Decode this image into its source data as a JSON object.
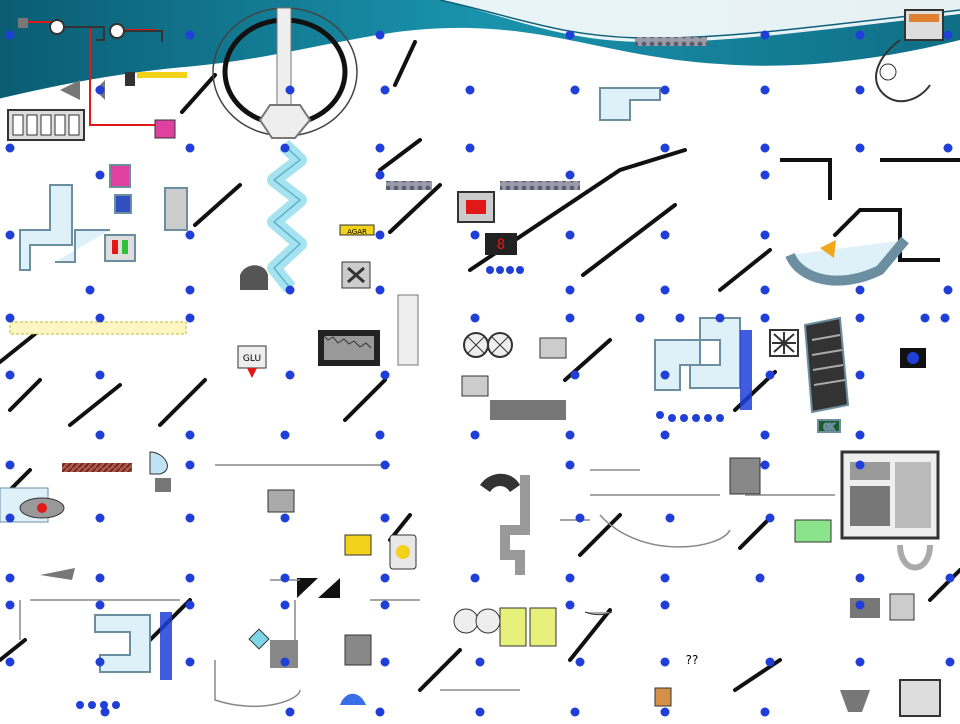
{
  "display_labels": {
    "counter_digit": "8",
    "agar_sign": "AGAR",
    "glu_sign": "GLU",
    "status_ok": "OK",
    "question_marks": "??"
  },
  "colors": {
    "banner_teal": "#1b8fa8",
    "banner_dark": "#0d5f78",
    "node_blue": "#1f3fd8",
    "pipe_light_blue": "#bfe3f2",
    "pipe_outline": "#6b8fa0",
    "wall_black": "#111111",
    "red_line": "#e01818",
    "yellow_accent": "#f2d21b",
    "status_green": "#2fbf3a"
  },
  "node_count_note_hidden": null
}
